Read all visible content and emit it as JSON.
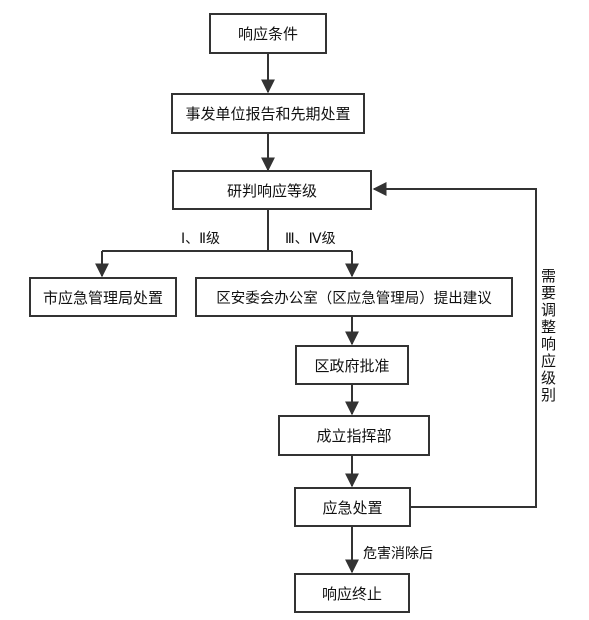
{
  "nodes": {
    "response_conditions": "响应条件",
    "report_initial": "事发单位报告和先期处置",
    "assess_level": "研判响应等级",
    "city_office": "市应急管理局处置",
    "district_office": "区安委会办公室（区应急管理局）提出建议",
    "district_gov": "区政府批准",
    "command_dept": "成立指挥部",
    "emergency_handling": "应急处置",
    "response_end": "响应终止"
  },
  "edge_labels": {
    "level_1_2": "Ⅰ、Ⅱ级",
    "level_3_4": "Ⅲ、Ⅳ级",
    "hazard_cleared": "危害消除后",
    "adjust_level": "需要调整响应级别"
  }
}
